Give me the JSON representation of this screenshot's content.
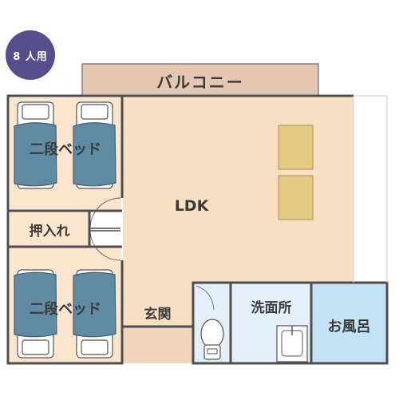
{
  "badge": "8 人用",
  "rooms": {
    "balcony": "バルコニー",
    "bunk_top": "二段ベッド",
    "bunk_bottom": "二段ベッド",
    "closet": "押入れ",
    "ldk": "LDK",
    "entrance": "玄関",
    "washroom": "洗面所",
    "bath": "お風呂"
  },
  "colors": {
    "floor": "#f6dfc2",
    "bedroom": "#fbe6cd",
    "balcony": "#e4c7b1",
    "bath": "#c5e1f4",
    "washroom": "#e3f0f9",
    "wall": "#4f4f4f",
    "table": "#e6c981",
    "mattress": "#5f8ba5",
    "badge": "#564e8c"
  }
}
